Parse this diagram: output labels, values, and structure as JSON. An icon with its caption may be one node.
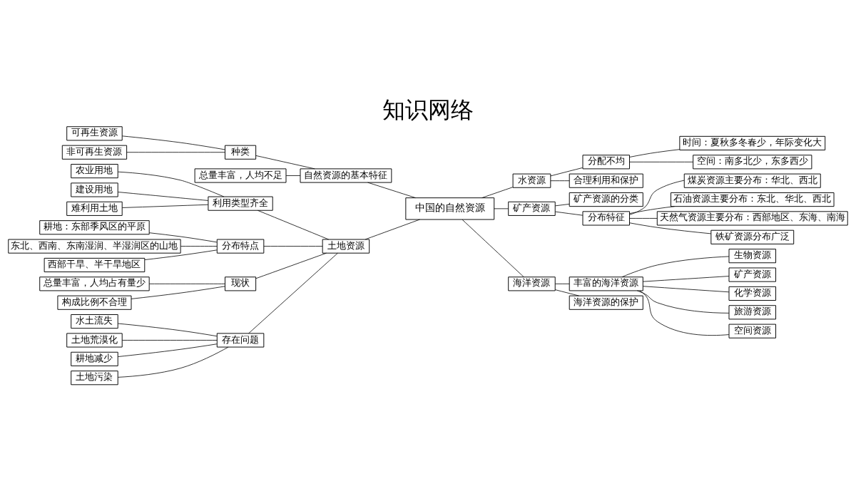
{
  "diagram": {
    "title": "知识网络",
    "nodes": [
      {
        "text": [
          "中国的自然资源"
        ]
      },
      {
        "text": [
          "自然资源的基本特征"
        ]
      },
      {
        "text": [
          "种类"
        ]
      },
      {
        "text": [
          "可再生资源"
        ]
      },
      {
        "text": [
          "非可再生资源"
        ]
      },
      {
        "text": [
          "总量丰富，人均不足"
        ]
      },
      {
        "text": [
          "土地资源"
        ]
      },
      {
        "text": [
          "利用类型齐全"
        ]
      },
      {
        "text": [
          "农业用地"
        ]
      },
      {
        "text": [
          "建设用地"
        ]
      },
      {
        "text": [
          "难利用土地"
        ]
      },
      {
        "text": [
          "分布特点"
        ]
      },
      {
        "text": [
          "耕地：东部季风区的平原"
        ]
      },
      {
        "text": [
          "东北、西南、东南湿润、半湿润区的山地"
        ]
      },
      {
        "text": [
          "西部干旱、半干旱地区"
        ]
      },
      {
        "text": [
          "现状"
        ]
      },
      {
        "text": [
          "总量丰富，人均占有量少"
        ]
      },
      {
        "text": [
          "构成比例不合理"
        ]
      },
      {
        "text": [
          "存在问题"
        ]
      },
      {
        "text": [
          "水土流失"
        ]
      },
      {
        "text": [
          "土地荒漠化"
        ]
      },
      {
        "text": [
          "耕地减少"
        ]
      },
      {
        "text": [
          "土地污染"
        ]
      },
      {
        "text": [
          "水资源"
        ]
      },
      {
        "text": [
          "分配不均"
        ]
      },
      {
        "text": [
          "时间：夏秋多冬春少，年际变化大"
        ]
      },
      {
        "text": [
          "空间：南多北少，东多西少"
        ]
      },
      {
        "text": [
          "合理利用和保护"
        ]
      },
      {
        "text": [
          "矿产资源"
        ]
      },
      {
        "text": [
          "矿产资源的分类"
        ]
      },
      {
        "text": [
          "分布特征"
        ]
      },
      {
        "text": [
          "煤炭资源主要分布：华北、西北"
        ]
      },
      {
        "text": [
          "石油资源主要分布：东北、华北、西北"
        ]
      },
      {
        "text": [
          "天然气资源主要分布：西部地区、东海、南海"
        ]
      },
      {
        "text": [
          "铁矿资源分布广泛"
        ]
      },
      {
        "text": [
          "海洋资源"
        ]
      },
      {
        "text": [
          "丰富的海洋资源"
        ]
      },
      {
        "text": [
          "生物资源"
        ]
      },
      {
        "text": [
          "矿产资源"
        ]
      },
      {
        "text": [
          "化学资源"
        ]
      },
      {
        "text": [
          "旅游资源"
        ]
      },
      {
        "text": [
          "空间资源"
        ]
      },
      {
        "text": [
          "海洋资源的保护"
        ]
      }
    ],
    "edges": [
      {
        "from": 0,
        "to": 1,
        "arrow": "none"
      },
      {
        "from": 1,
        "to": 2,
        "arrow": "none"
      },
      {
        "from": 2,
        "to": 3,
        "arrow": "none"
      },
      {
        "from": 2,
        "to": 4,
        "arrow": "none"
      },
      {
        "from": 1,
        "to": 5,
        "arrow": "none"
      },
      {
        "from": 0,
        "to": 6,
        "arrow": "none"
      },
      {
        "from": 6,
        "to": 7,
        "arrow": "none"
      },
      {
        "from": 7,
        "to": 8,
        "arrow": "none"
      },
      {
        "from": 7,
        "to": 9,
        "arrow": "none"
      },
      {
        "from": 7,
        "to": 10,
        "arrow": "none"
      },
      {
        "from": 6,
        "to": 11,
        "arrow": "none"
      },
      {
        "from": 11,
        "to": 12,
        "arrow": "none"
      },
      {
        "from": 11,
        "to": 13,
        "arrow": "none"
      },
      {
        "from": 11,
        "to": 14,
        "arrow": "none"
      },
      {
        "from": 6,
        "to": 15,
        "arrow": "none"
      },
      {
        "from": 15,
        "to": 16,
        "arrow": "none"
      },
      {
        "from": 15,
        "to": 17,
        "arrow": "none"
      },
      {
        "from": 6,
        "to": 18,
        "arrow": "none"
      },
      {
        "from": 18,
        "to": 19,
        "arrow": "none"
      },
      {
        "from": 18,
        "to": 20,
        "arrow": "none"
      },
      {
        "from": 18,
        "to": 21,
        "arrow": "none"
      },
      {
        "from": 18,
        "to": 22,
        "arrow": "none"
      },
      {
        "from": 0,
        "to": 23,
        "arrow": "none"
      },
      {
        "from": 23,
        "to": 24,
        "arrow": "none"
      },
      {
        "from": 24,
        "to": 25,
        "arrow": "none"
      },
      {
        "from": 24,
        "to": 26,
        "arrow": "none"
      },
      {
        "from": 23,
        "to": 27,
        "arrow": "none"
      },
      {
        "from": 0,
        "to": 28,
        "arrow": "none"
      },
      {
        "from": 28,
        "to": 29,
        "arrow": "none"
      },
      {
        "from": 28,
        "to": 30,
        "arrow": "none"
      },
      {
        "from": 30,
        "to": 31,
        "arrow": "none"
      },
      {
        "from": 30,
        "to": 32,
        "arrow": "none"
      },
      {
        "from": 30,
        "to": 33,
        "arrow": "none"
      },
      {
        "from": 30,
        "to": 34,
        "arrow": "none"
      },
      {
        "from": 0,
        "to": 35,
        "arrow": "none"
      },
      {
        "from": 35,
        "to": 36,
        "arrow": "none"
      },
      {
        "from": 36,
        "to": 37,
        "arrow": "none"
      },
      {
        "from": 36,
        "to": 38,
        "arrow": "none"
      },
      {
        "from": 36,
        "to": 39,
        "arrow": "none"
      },
      {
        "from": 36,
        "to": 40,
        "arrow": "none"
      },
      {
        "from": 36,
        "to": 41,
        "arrow": "none"
      },
      {
        "from": 35,
        "to": 42,
        "arrow": "none"
      }
    ]
  }
}
